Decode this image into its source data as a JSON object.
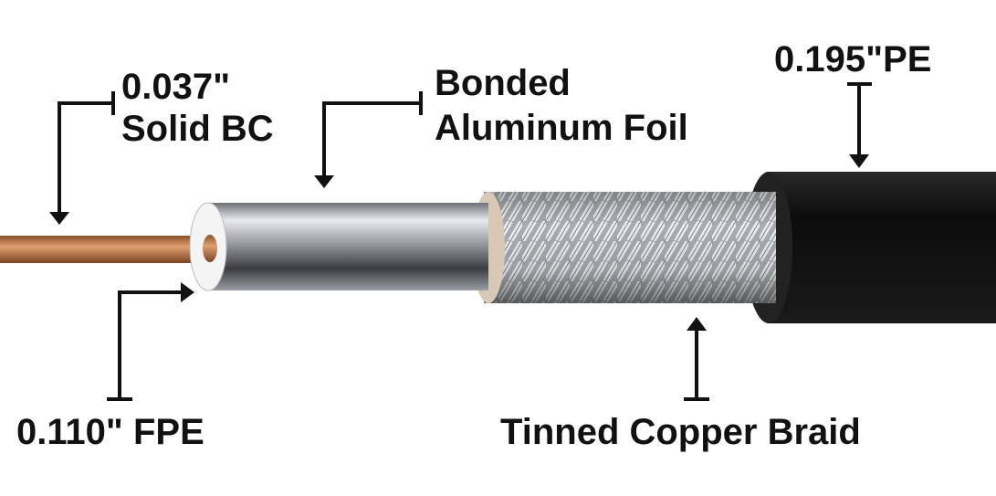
{
  "labels": {
    "conductor_size": "0.037\"",
    "conductor_type": "Solid BC",
    "foil_line1": "Bonded",
    "foil_line2": "Aluminum Foil",
    "jacket": "0.195\"PE",
    "dielectric": "0.110\" FPE",
    "braid": "Tinned Copper Braid"
  },
  "colors": {
    "copper": "#c07a45",
    "jacket": "#111111",
    "foil": "#b9bcc2",
    "braid": "#cfd2d6",
    "dielectric": "#f4f4f4"
  }
}
